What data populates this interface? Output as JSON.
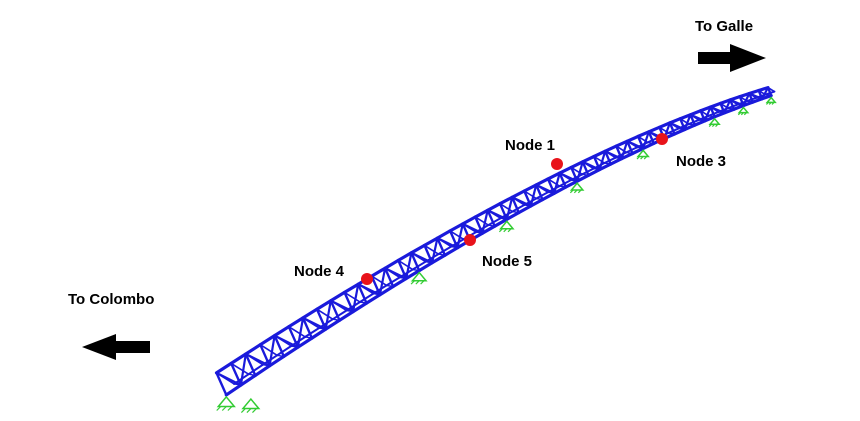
{
  "directions": {
    "galle": "To Galle",
    "colombo": "To Colombo"
  },
  "nodes": [
    {
      "id": "node-1",
      "label": "Node 1"
    },
    {
      "id": "node-3",
      "label": "Node 3"
    },
    {
      "id": "node-4",
      "label": "Node 4"
    },
    {
      "id": "node-5",
      "label": "Node 5"
    }
  ],
  "colors": {
    "truss": "#1a1adb",
    "support": "#33cc33",
    "node_marker": "#e8131b",
    "arrow": "#000000",
    "text": "#000000"
  },
  "icons": {
    "direction_arrow": "arrow-icon",
    "support": "pinned-support-icon"
  }
}
